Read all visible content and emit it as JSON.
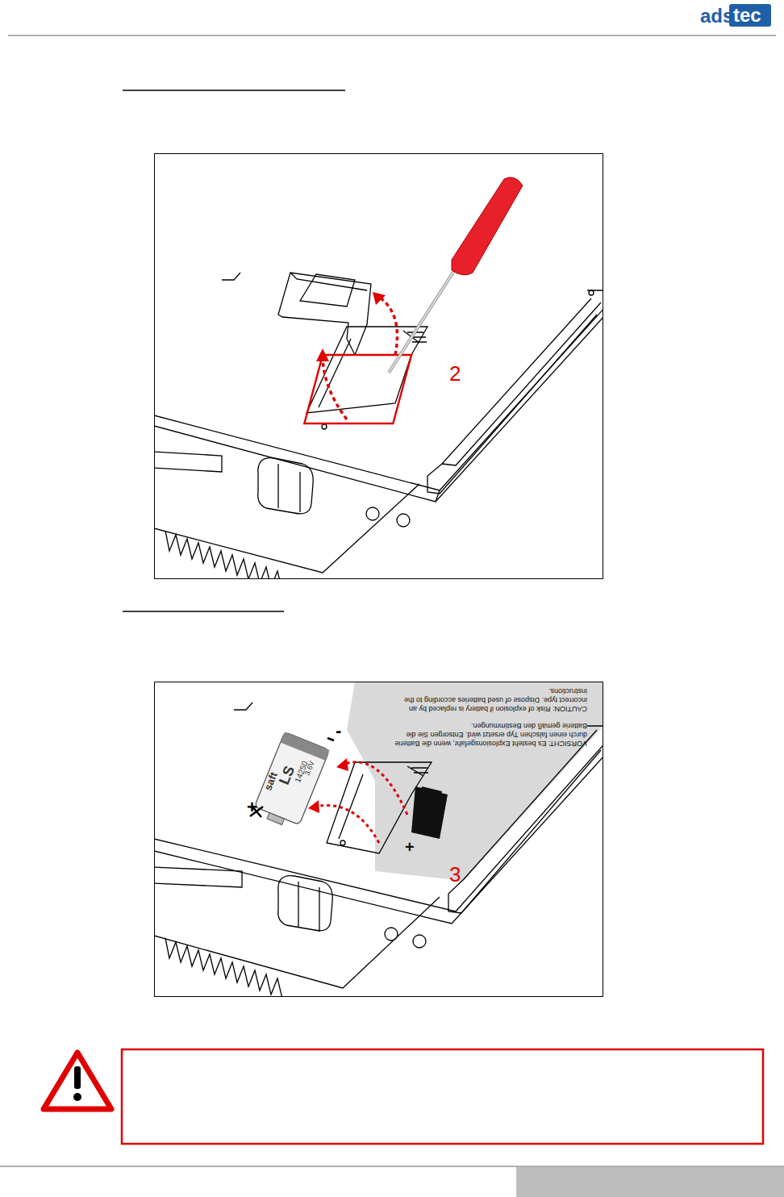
{
  "diagram": {
    "labels": [
      "ads",
      "tec",
      "2",
      "CAUTION: Risk of explosion if battery is replaced by an incorrect type. Dispose of used batteries according to the instructions.",
      "VORSICHT: Es besteht Explosionsgefahr, wenn die Batterie durch einen falschen Typ ersetzt wird. Entsorgen Sie die Batterie gemäß den Bestimmungen.",
      "-",
      "+",
      "saft",
      "LS",
      "14250",
      "3.6V",
      "-",
      "+",
      "3"
    ]
  }
}
